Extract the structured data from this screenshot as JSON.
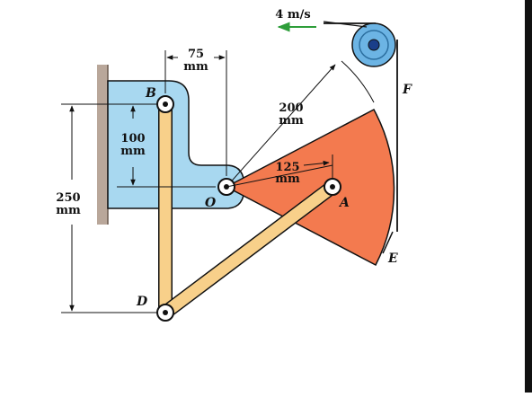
{
  "figure": {
    "velocity_label": "4 m/s",
    "dimensions": {
      "d75": [
        "75",
        "mm"
      ],
      "d200": [
        "200",
        "mm"
      ],
      "d125": [
        "125",
        "mm"
      ],
      "d100": [
        "100",
        "mm"
      ],
      "d250": [
        "250",
        "mm"
      ]
    },
    "points": {
      "B": "B",
      "O": "O",
      "A": "A",
      "D": "D",
      "E": "E",
      "F": "F"
    }
  },
  "colors": {
    "bracket": "#a8d8f0",
    "sector": "#f37a4f",
    "link": "#f8d08a",
    "pulley": "#6cb4e4",
    "velocity_arrow": "#2e9e3a",
    "ink": "#111111"
  }
}
